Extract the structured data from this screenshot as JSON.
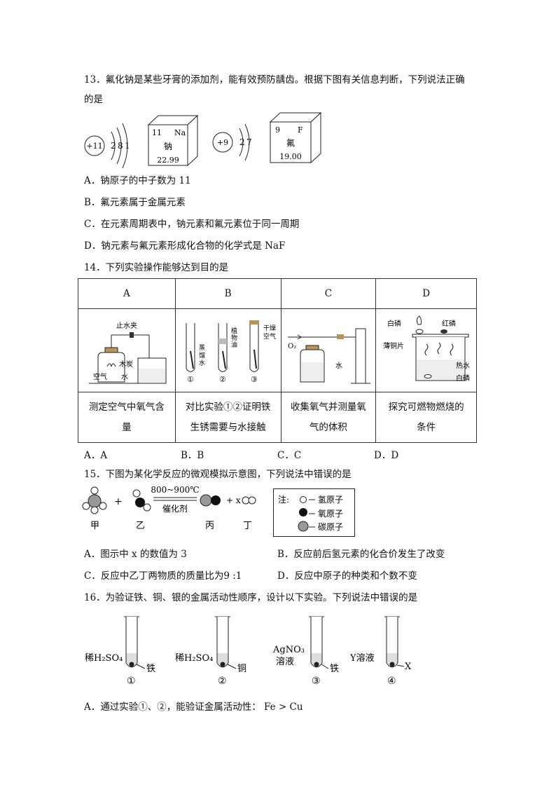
{
  "q13": {
    "line1": "13．氟化钠是某些牙膏的添加剂，能有效预防龋齿。根据下图有关信息判断，下列说法正确",
    "line2": "的是",
    "na_atom": {
      "nucleus": "+11",
      "shells": [
        "2",
        "8",
        "1"
      ]
    },
    "na_cell": {
      "number": "11",
      "symbol": "Na",
      "name": "钠",
      "mass": "22.99"
    },
    "f_atom": {
      "nucleus": "+9",
      "shells": [
        "2",
        "7"
      ]
    },
    "f_cell": {
      "number": "9",
      "symbol": "F",
      "name": "氟",
      "mass": "19.00"
    },
    "options": {
      "A": "A．钠原子的中子数为 11",
      "B": "B．氟元素属于金属元素",
      "C": "C．在元素周期表中，钠元素和氟元素位于同一周期",
      "D": "D．钠元素与氟元素形成化合物的化学式是 NaF"
    }
  },
  "q14": {
    "stem": "14．下列实验操作能够达到目的是",
    "headers": [
      "A",
      "B",
      "C",
      "D"
    ],
    "labels": {
      "A": [
        "止水夹",
        "木炭",
        "空气",
        "水"
      ],
      "B": [
        "植物油",
        "干燥空气",
        "蒸馏水",
        "①",
        "②",
        "③"
      ],
      "C": [
        "O₂",
        "水"
      ],
      "D": [
        "白磷",
        "红磷",
        "薄铜片",
        "热水",
        "白磷"
      ]
    },
    "descriptions": {
      "A": [
        "测定空气中氧气含",
        "量"
      ],
      "B": [
        "对比实验①②证明铁",
        "生锈需要与水接触"
      ],
      "C": [
        "收集氧气并测量氧",
        "气的体积"
      ],
      "D": [
        "探究可燃物燃烧的",
        "条件"
      ]
    },
    "answers": [
      "A．A",
      "B．B",
      "C．C",
      "D．D"
    ]
  },
  "q15": {
    "stem": "15．下图为某化学反应的微观模拟示意图，下列说法中错误的是",
    "condition_top": "800~900℃",
    "condition_bottom": "催化剂",
    "plus": "+",
    "x_term": "+ x",
    "names": [
      "甲",
      "乙",
      "丙",
      "丁"
    ],
    "legend": {
      "title": "注:",
      "items": [
        "氢原子",
        "氧原子",
        "碳原子"
      ]
    },
    "options": {
      "A": "A．图示中 x 的数值为 3",
      "B": "B．反应前后氢元素的化合价发生了改变",
      "C": "C．反应中乙丁两物质的质量比为9 :1",
      "D": "D．反应中原子的种类和个数不变"
    }
  },
  "q16": {
    "stem": "16．为验证铁、铜、银的金属活动性顺序，设计以下实验。下列说法中错误的是",
    "tubes": [
      {
        "left": "稀H₂SO₄",
        "right": "铁",
        "num": "①"
      },
      {
        "left": "稀H₂SO₄",
        "right": "铜",
        "num": "②"
      },
      {
        "left1": "AgNO₃",
        "left2": "溶液",
        "right": "铁",
        "num": "③"
      },
      {
        "left": "Y溶液",
        "right": "X",
        "num": "④"
      }
    ],
    "optionA": "A．通过实验①、②，能验证金属活动性： Fe > Cu"
  }
}
